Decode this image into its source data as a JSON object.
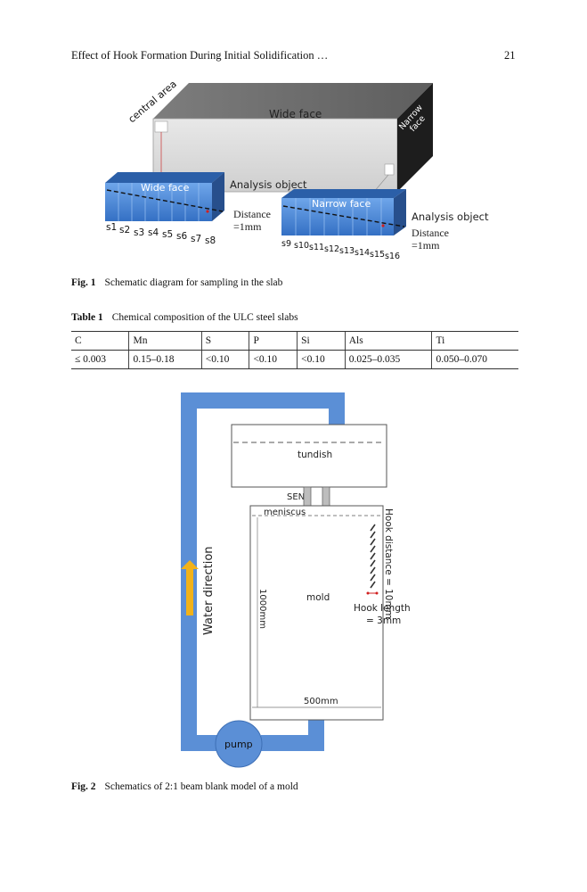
{
  "header": {
    "title": "Effect of Hook Formation During Initial Solidification …",
    "page": "21"
  },
  "figure1": {
    "label_central": "central area",
    "label_wide": "Wide face",
    "label_narrow_l1": "Narrow",
    "label_narrow_l2": "face",
    "label_analysis": "Analysis object",
    "label_distance": "Distance",
    "label_eq1mm": "=1mm",
    "left_slab_title": "Wide face",
    "right_slab_title": "Narrow face",
    "left_samples": [
      "s1",
      "s2",
      "s3",
      "s4",
      "s5",
      "s6",
      "s7",
      "s8"
    ],
    "right_samples": [
      "s9",
      "s10",
      "s11",
      "s12",
      "s13",
      "s14",
      "s15",
      "s16"
    ],
    "caption_label": "Fig. 1",
    "caption_text": "Schematic diagram for sampling in the slab"
  },
  "table1": {
    "caption_label": "Table 1",
    "caption_text": "Chemical composition of the ULC steel slabs",
    "headers": [
      "C",
      "Mn",
      "S",
      "P",
      "Si",
      "Als",
      "Ti"
    ],
    "values": [
      "≤ 0.003",
      "0.15–0.18",
      "<0.10",
      "<0.10",
      "<0.10",
      "0.025–0.035",
      "0.050–0.070"
    ]
  },
  "figure2": {
    "tundish": "tundish",
    "sen": "SEN",
    "meniscus": "meniscus",
    "mold": "mold",
    "water_direction": "Water direction",
    "height": "1000mm",
    "width": "500mm",
    "hook_distance": "Hook distance = 10mm",
    "hook_length_l1": "Hook length",
    "hook_length_l2": "= 3mm",
    "pump": "pump",
    "caption_label": "Fig. 2",
    "caption_text": "Schematics of 2:1 beam blank model of a mold"
  },
  "colors": {
    "water": "#5b8fd6",
    "arrow": "#f2b21a",
    "slab_blue": "#3f86d9",
    "red": "#d02020"
  }
}
